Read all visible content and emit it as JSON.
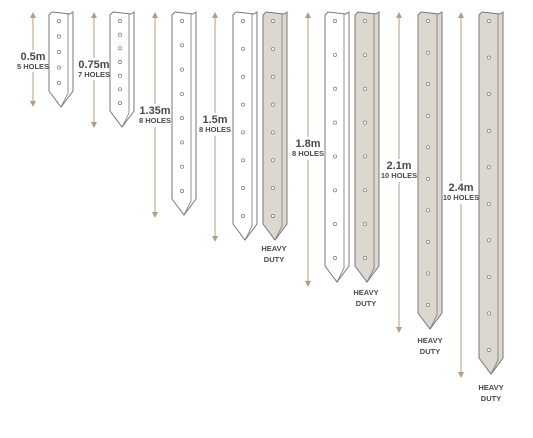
{
  "colors": {
    "arrow": "#b59d82",
    "post_outline": "#777777",
    "standard_fill": "#ffffff",
    "heavy_fill": "#ddd8cf",
    "text": "#4a4a4a"
  },
  "labels": {
    "l05": {
      "length": "0.5m",
      "holes": "5 HOLES"
    },
    "l075": {
      "length": "0.75m",
      "holes": "7 HOLES"
    },
    "l135": {
      "length": "1.35m",
      "holes": "8 HOLES"
    },
    "l15": {
      "length": "1.5m",
      "holes": "8 HOLES"
    },
    "l18": {
      "length": "1.8m",
      "holes": "8 HOLES"
    },
    "l21": {
      "length": "2.1m",
      "holes": "10 HOLES"
    },
    "l24": {
      "length": "2.4m",
      "holes": "10 HOLES"
    }
  },
  "heavy_duty_line1": "HEAVY",
  "heavy_duty_line2": "DUTY",
  "posts": [
    {
      "length": "0.5m",
      "holes": 5,
      "heavy": false
    },
    {
      "length": "0.75m",
      "holes": 7,
      "heavy": false
    },
    {
      "length": "1.35m",
      "holes": 8,
      "heavy": false
    },
    {
      "length": "1.5m",
      "holes": 8,
      "heavy": false
    },
    {
      "length": "1.5m",
      "holes": 8,
      "heavy": true
    },
    {
      "length": "1.8m",
      "holes": 8,
      "heavy": false
    },
    {
      "length": "1.8m",
      "holes": 8,
      "heavy": true
    },
    {
      "length": "2.1m",
      "holes": 10,
      "heavy": true
    },
    {
      "length": "2.4m",
      "holes": 10,
      "heavy": true
    }
  ]
}
